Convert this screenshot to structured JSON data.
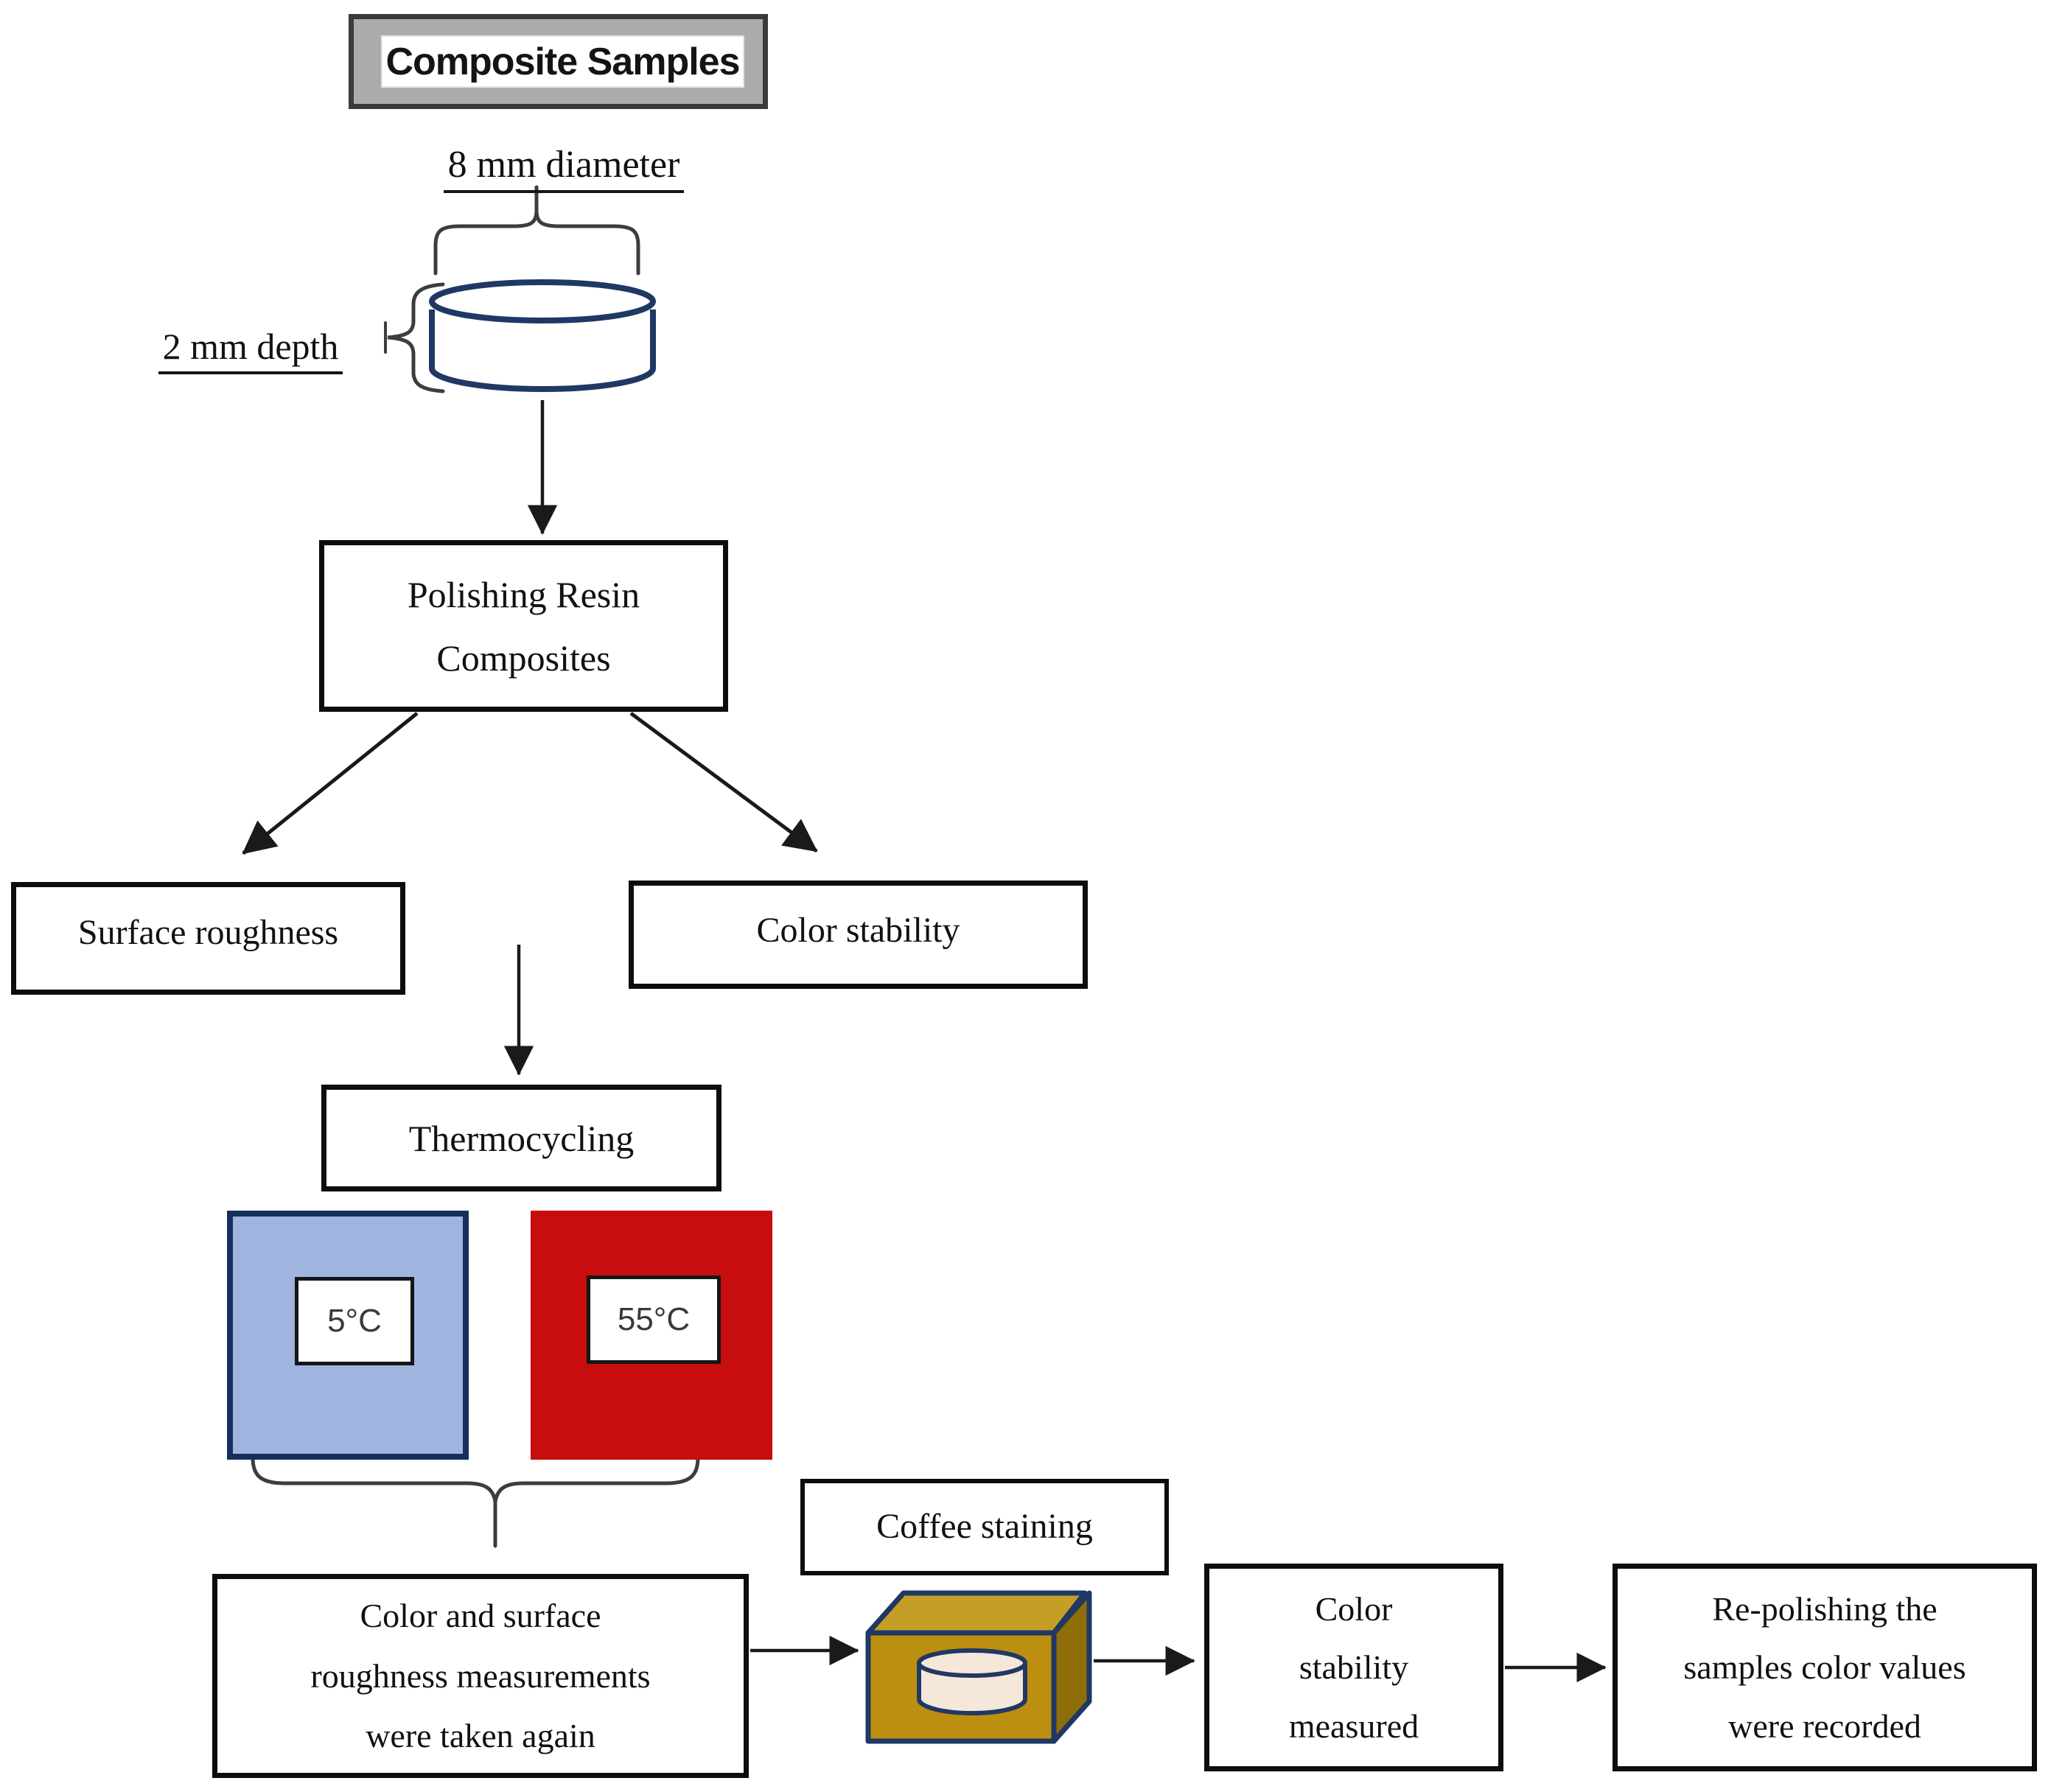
{
  "flowchart": {
    "title": "Composite Samples",
    "sample": {
      "diameter_label": "8 mm diameter",
      "depth_label": "2 mm depth"
    },
    "nodes": {
      "polishing": {
        "lines": [
          "Polishing Resin",
          "Composites"
        ]
      },
      "surface_roughness": {
        "label": "Surface roughness"
      },
      "color_stability": {
        "label": "Color stability"
      },
      "thermocycling": {
        "label": "Thermocycling"
      },
      "cold_bath": {
        "temp": "5°C"
      },
      "hot_bath": {
        "temp": "55°C"
      },
      "measurements_again": {
        "lines": [
          "Color and surface",
          "roughness measurements",
          "were taken again"
        ]
      },
      "coffee_staining": {
        "label": "Coffee staining"
      },
      "color_stability_measured": {
        "lines": [
          "Color",
          "stability",
          "measured"
        ]
      },
      "repolishing": {
        "lines": [
          "Re-polishing the",
          "samples color values",
          "were recorded"
        ]
      }
    },
    "colors": {
      "cold_fill": "#a0b4e0",
      "cold_border": "#14305a",
      "hot_fill": "#c70d0d",
      "sample_disc_stroke": "#1f3864",
      "coffee_box_front": "#bd8f10",
      "coffee_box_top": "#c59e25",
      "coffee_box_side": "#8f6d08",
      "coffee_cup_fill": "#f6e7db",
      "title_box_fill": "#ababab",
      "title_box_border": "#3a3a3a",
      "connector_color": "#1a1a1a"
    }
  }
}
